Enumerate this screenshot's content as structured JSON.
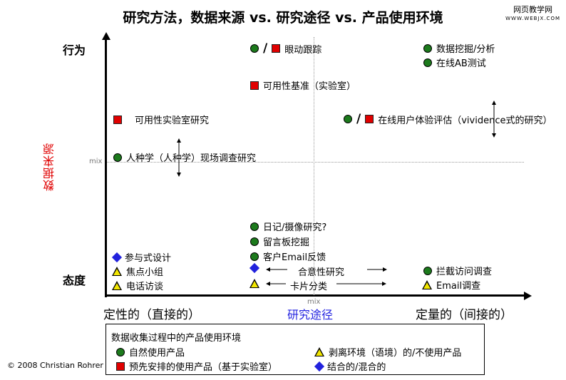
{
  "title": "研究方法，数据来源 vs. 研究途径 vs. 产品使用环境",
  "watermark": {
    "line1": "网页教学网",
    "line2": "WWW.WEBJX.COM"
  },
  "axes": {
    "y_title": "数据来源",
    "y_top": "行为",
    "y_bottom": "态度",
    "y_mid": "mix",
    "x_title": "研究途径",
    "x_left": "定性的（直接的）",
    "x_right": "定量的（间接的）",
    "x_mid": "mix"
  },
  "methods": {
    "eyetracking": "眼动跟踪",
    "data_mining": "数据挖掘/分析",
    "ab_testing": "在线AB测试",
    "benchmarking": "可用性基准（实验室）",
    "lab_study": "可用性实验室研究",
    "online_ux": "在线用户体验评估（vividence式的研究）",
    "ethnography": "人种学（人种学）现场调查研究",
    "diary": "日记/摄像研究?",
    "message_board": "留言板挖掘",
    "email_feedback": "客户Email反馈",
    "participatory": "参与式设计",
    "focus_group": "焦点小组",
    "phone": "电话访谈",
    "desirability": "合意性研究",
    "card_sort": "卡片分类",
    "intercept": "拦截访问调查",
    "email_survey": "Email调查"
  },
  "legend": {
    "title": "数据收集过程中的产品使用环境",
    "natural": "自然使用产品",
    "scripted": "预先安排的使用产品（基于实验室）",
    "decontextualized": "剥离环境（语境）的/不使用产品",
    "combined": "结合的/混合的"
  },
  "copyright": "© 2008 Christian Rohrer",
  "colors": {
    "natural": "#1c7a1c",
    "scripted": "#e00000",
    "decon": "#f2e600",
    "combined": "#2222dd",
    "y_title": "#e00000",
    "x_title": "#2424e0"
  }
}
